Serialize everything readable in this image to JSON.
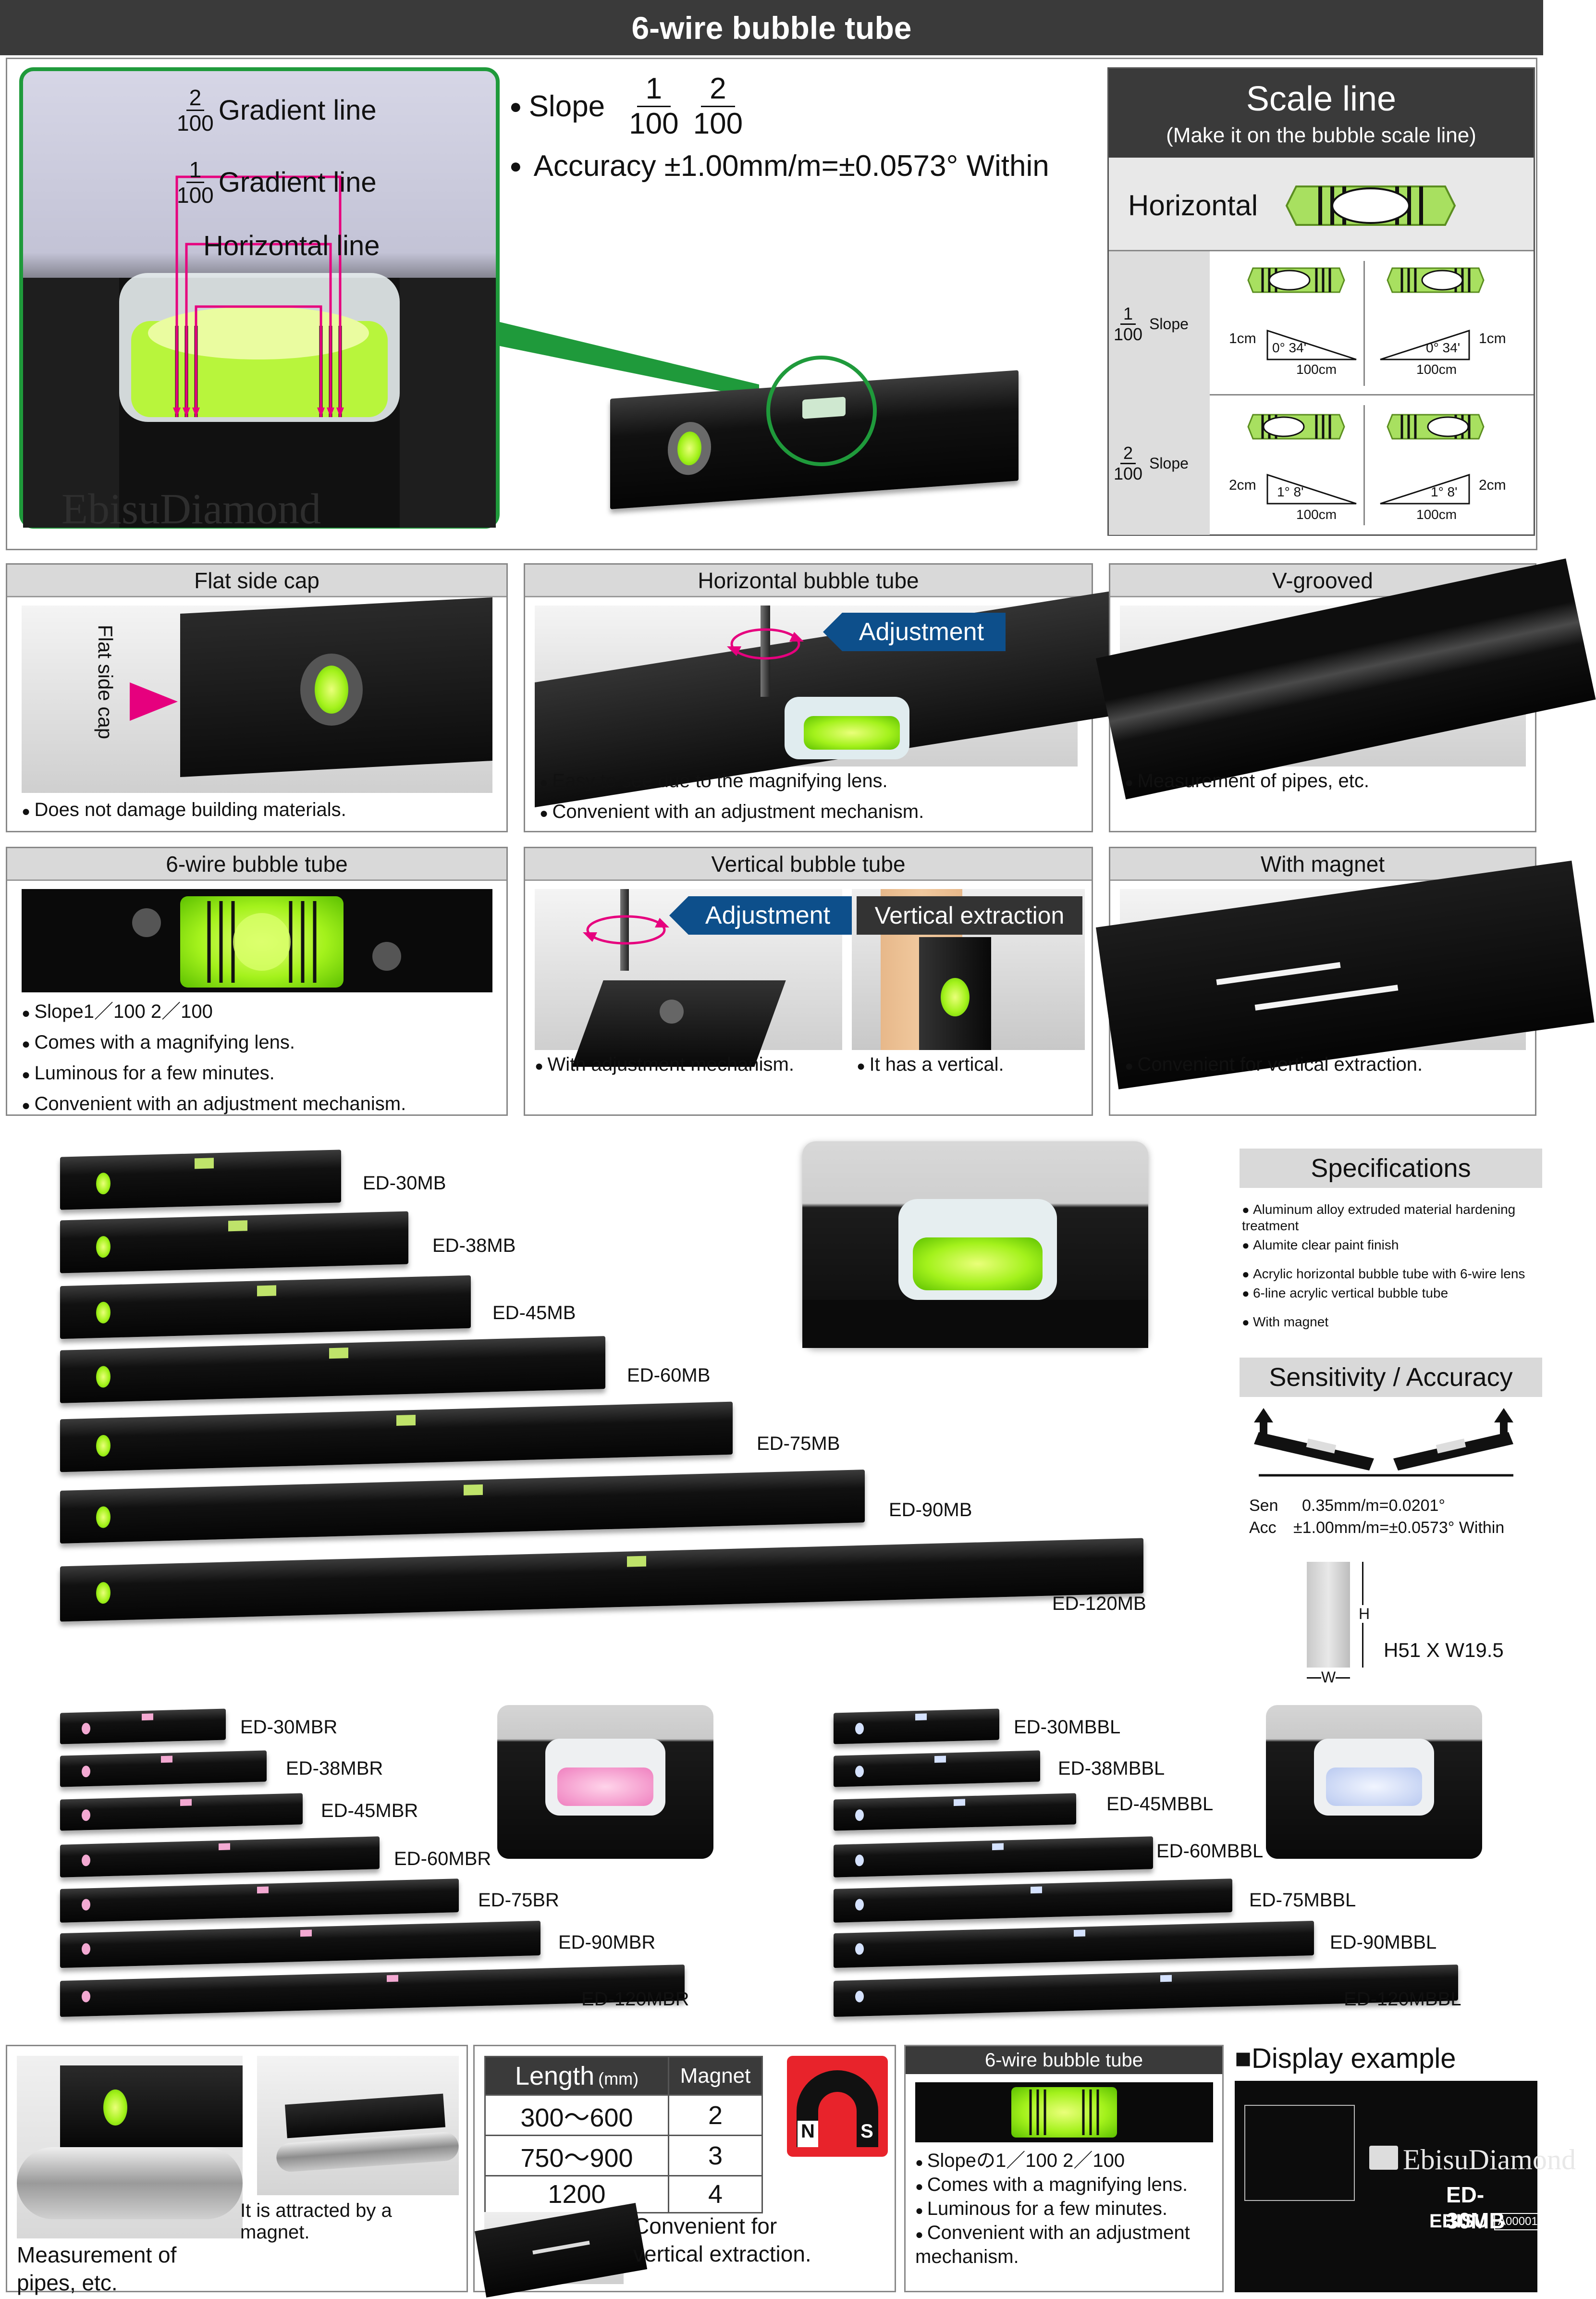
{
  "title": "6-wire bubble tube",
  "top": {
    "gradient2_num": "2",
    "gradient2_den": "100",
    "gradient2_text": "Gradient line",
    "gradient1_num": "1",
    "gradient1_den": "100",
    "gradient1_text": "Gradient line",
    "horizontal_text": "Horizontal line",
    "watermark": "EbisuDiamond",
    "slope_label": "Slope",
    "slope_f1_num": "1",
    "slope_f1_den": "100",
    "slope_f2_num": "2",
    "slope_f2_den": "100",
    "accuracy": "Accuracy ±1.00mm/m=±0.0573°  Within"
  },
  "scale": {
    "title": "Scale line",
    "subtitle": "(Make it on the bubble scale line)",
    "horizontal": "Horizontal",
    "row1_num": "1",
    "row1_den": "100",
    "row1_slope": "Slope",
    "row1_left_h": "1cm",
    "row1_left_angle": "0° 34'",
    "row1_left_base": "100cm",
    "row1_right_h": "1cm",
    "row1_right_angle": "0° 34'",
    "row1_right_base": "100cm",
    "row2_num": "2",
    "row2_den": "100",
    "row2_slope": "Slope",
    "row2_left_h": "2cm",
    "row2_left_angle": "1° 8'",
    "row2_left_base": "100cm",
    "row2_right_h": "2cm",
    "row2_right_angle": "1° 8'",
    "row2_right_base": "100cm"
  },
  "features": [
    {
      "title": "Flat side cap",
      "side_label": "Flat side cap",
      "bullets": [
        "Does not damage building materials."
      ]
    },
    {
      "title": "Horizontal bubble tube",
      "badge": "Adjustment",
      "bullets": [
        "Easy to see due to the magnifying lens.",
        "Convenient with an adjustment mechanism."
      ]
    },
    {
      "title": "V-grooved",
      "bullets": [
        "Measurement of pipes, etc."
      ]
    },
    {
      "title": "6-wire bubble tube",
      "bullets": [
        "Slope1／100 2／100",
        "Comes with a magnifying lens.",
        "Luminous for a few minutes.",
        "Convenient with an adjustment mechanism."
      ]
    },
    {
      "title": "Vertical bubble tube",
      "badge": "Adjustment",
      "badge2": "Vertical extraction",
      "bullets": [
        "With adjustment mechanism."
      ],
      "bullets2": [
        "It has a vertical."
      ]
    },
    {
      "title": "With magnet",
      "bullets": [
        "Convenient for vertical extraction."
      ]
    }
  ],
  "mb_models": [
    "ED-30MB",
    "ED-38MB",
    "ED-45MB",
    "ED-60MB",
    "ED-75MB",
    "ED-90MB",
    "ED-120MB"
  ],
  "mbr_models": [
    "ED-30MBR",
    "ED-38MBR",
    "ED-45MBR",
    "ED-60MBR",
    "ED-75BR",
    "ED-90MBR",
    "ED-120MBR"
  ],
  "mbbl_models": [
    "ED-30MBBL",
    "ED-38MBBL",
    "ED-45MBBL",
    "ED-60MBBL",
    "ED-75MBBL",
    "ED-90MBBL",
    "ED-120MBBL"
  ],
  "specs": {
    "title": "Specifications",
    "items": [
      "Aluminum alloy extruded material hardening treatment",
      "Alumite clear paint finish",
      "Acrylic horizontal bubble tube with 6-wire lens",
      "6-line acrylic vertical bubble tube",
      "With magnet"
    ]
  },
  "sensitivity": {
    "title": "Sensitivity / Accuracy",
    "sen_label": "Sen",
    "sen_value": "0.35mm/m=0.0201°",
    "acc_label": "Acc",
    "acc_value": "±1.00mm/m=±0.0573°  Within",
    "dim_h": "H",
    "dim_w": "W",
    "dims": "H51 X W19.5"
  },
  "bottom": {
    "pipes_caption": "Measurement of pipes, etc.",
    "magnet_caption": "It is attracted by a magnet.",
    "length_head": "Length",
    "length_unit": "(mm)",
    "magnet_head": "Magnet",
    "rows": [
      [
        "300～600",
        "2"
      ],
      [
        "750～900",
        "3"
      ],
      [
        "1200",
        "4"
      ]
    ],
    "magnet_n": "N",
    "magnet_s": "S",
    "vertical_caption": "Convenient for vertical extraction.",
    "wire_title": "6-wire bubble tube",
    "wire_bullets": [
      "Slopeの1／100 2／100",
      "Comes with a magnifying lens.",
      "Luminous for a few minutes.",
      "Convenient with an adjustment mechanism."
    ],
    "display_title": "■Display example",
    "display_brand": "EbisuDiamond",
    "display_model": "ED-30MB",
    "display_brand2": "EBISU",
    "display_code": "A00001"
  },
  "colors": {
    "pink": "#e6007e",
    "green": "#1a9a3a",
    "navy": "#0d4f8b",
    "dark": "#3a3a3a"
  }
}
